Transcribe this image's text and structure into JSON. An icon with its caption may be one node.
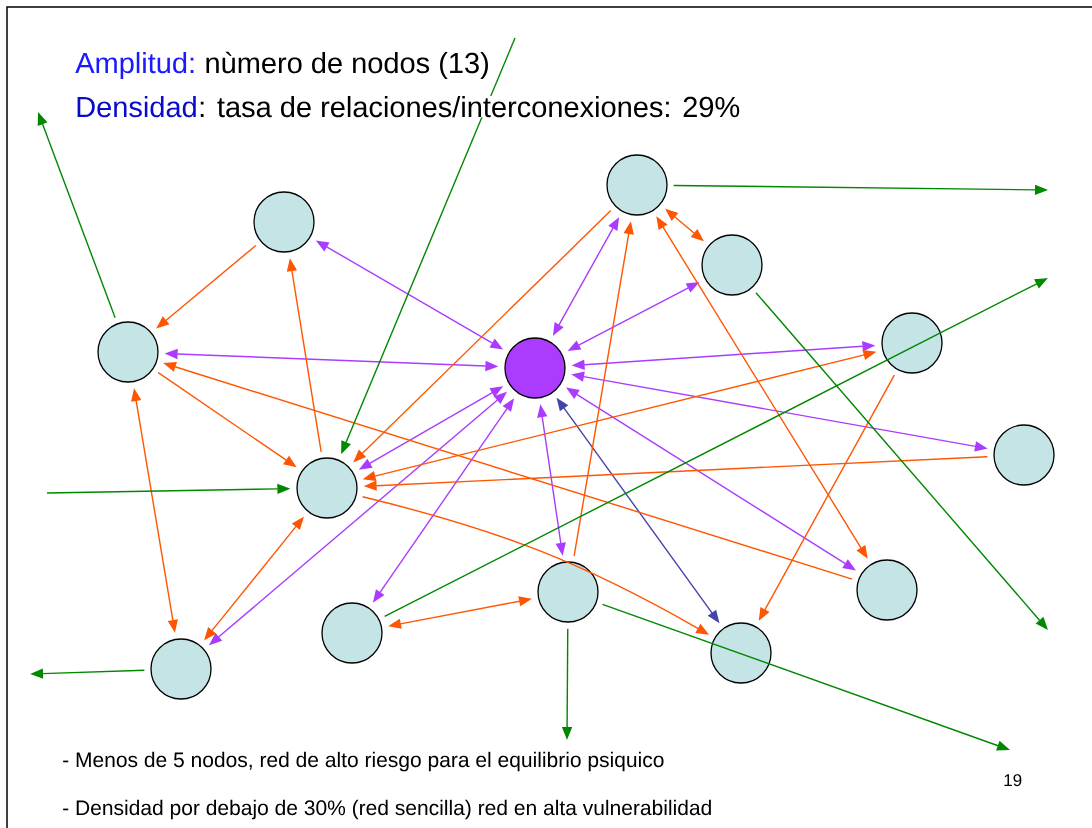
{
  "diagram": {
    "nodes": [
      {
        "text": [],
        "shape": "circle"
      },
      {
        "text": [],
        "shape": "circle"
      },
      {
        "text": [],
        "shape": "circle"
      },
      {
        "text": [],
        "shape": "circle"
      },
      {
        "text": [],
        "shape": "circle"
      },
      {
        "text": [],
        "shape": "circle"
      },
      {
        "text": [],
        "shape": "circle"
      },
      {
        "text": [],
        "shape": "circle"
      },
      {
        "text": [],
        "shape": "circle"
      },
      {
        "text": [],
        "shape": "circle"
      },
      {
        "text": [],
        "shape": "circle"
      },
      {
        "text": [],
        "shape": "circle"
      },
      {
        "text": [],
        "shape": "circle"
      }
    ],
    "edges": [
      {
        "from": 0,
        "to": 1,
        "arrow": "both",
        "color": "#aa3bff"
      },
      {
        "from": 0,
        "to": 2,
        "arrow": "both",
        "color": "#aa3bff"
      },
      {
        "from": 0,
        "to": 3,
        "arrow": "both",
        "color": "#aa3bff"
      },
      {
        "from": 0,
        "to": 4,
        "arrow": "both",
        "color": "#aa3bff"
      },
      {
        "from": 0,
        "to": 5,
        "arrow": "both",
        "color": "#aa3bff"
      },
      {
        "from": 0,
        "to": 6,
        "arrow": "both",
        "color": "#aa3bff"
      },
      {
        "from": 0,
        "to": 7,
        "arrow": "both",
        "color": "#aa3bff"
      },
      {
        "from": 0,
        "to": 12,
        "arrow": "both",
        "color": "#aa3bff"
      },
      {
        "from": 0,
        "to": 10,
        "arrow": "both",
        "color": "#aa3bff"
      },
      {
        "from": 0,
        "to": 8,
        "arrow": "both",
        "color": "#aa3bff"
      },
      {
        "from": 0,
        "to": 9,
        "arrow": "both",
        "color": "#aa3bff"
      },
      {
        "from": 0,
        "to": 11,
        "arrow": "both",
        "color": "#4444aa"
      },
      {
        "from": 1,
        "to": 3,
        "arrow": "both"
      },
      {
        "from": 1,
        "to": 7,
        "arrow": "to"
      },
      {
        "from": 8,
        "to": 1,
        "arrow": "to"
      },
      {
        "from": 1,
        "to": 9,
        "arrow": "both"
      },
      {
        "from": 2,
        "to": 4,
        "arrow": "to"
      },
      {
        "from": 7,
        "to": 2,
        "arrow": "to"
      },
      {
        "from": 4,
        "to": 7,
        "arrow": "to"
      },
      {
        "from": 9,
        "to": 4,
        "arrow": "to"
      },
      {
        "from": 7,
        "to": 11,
        "arrow": "to"
      },
      {
        "from": 5,
        "to": 7,
        "arrow": "both"
      },
      {
        "from": 6,
        "to": 7,
        "arrow": "to"
      },
      {
        "from": 5,
        "to": 11,
        "arrow": "to"
      },
      {
        "from": 12,
        "to": 4,
        "arrow": "both"
      },
      {
        "from": 12,
        "to": 7,
        "arrow": "both"
      },
      {
        "from": 10,
        "to": 8,
        "arrow": "both"
      },
      {
        "from": 4,
        "to": null,
        "arrow": "to",
        "color": "#008800"
      },
      {
        "from": null,
        "to": 7,
        "arrow": "to",
        "color": "#008800"
      },
      {
        "from": null,
        "to": 7,
        "arrow": "to",
        "color": "#008800"
      },
      {
        "from": 12,
        "to": null,
        "arrow": "to",
        "color": "#008800"
      },
      {
        "from": 1,
        "to": null,
        "arrow": "to",
        "color": "#008800"
      },
      {
        "from": 3,
        "to": null,
        "arrow": "to",
        "color": "#008800"
      },
      {
        "from": 10,
        "to": null,
        "arrow": "to",
        "color": "#008800"
      },
      {
        "from": 8,
        "to": null,
        "arrow": "to",
        "color": "#008800"
      },
      {
        "from": 8,
        "to": null,
        "arrow": "to",
        "color": "#008800"
      }
    ],
    "labels": [
      "Amplitud:",
      "nùmero de nodos (13)",
      "Densidad",
      ": tasa de relaciones/interconexiones: 29%",
      "- Menos de 5 nodos, red de alto riesgo para el equilibrio psiquico",
      "- Densidad por debajo de 30%  (red sencilla) red en alta vulnerabilidad",
      "19"
    ]
  }
}
